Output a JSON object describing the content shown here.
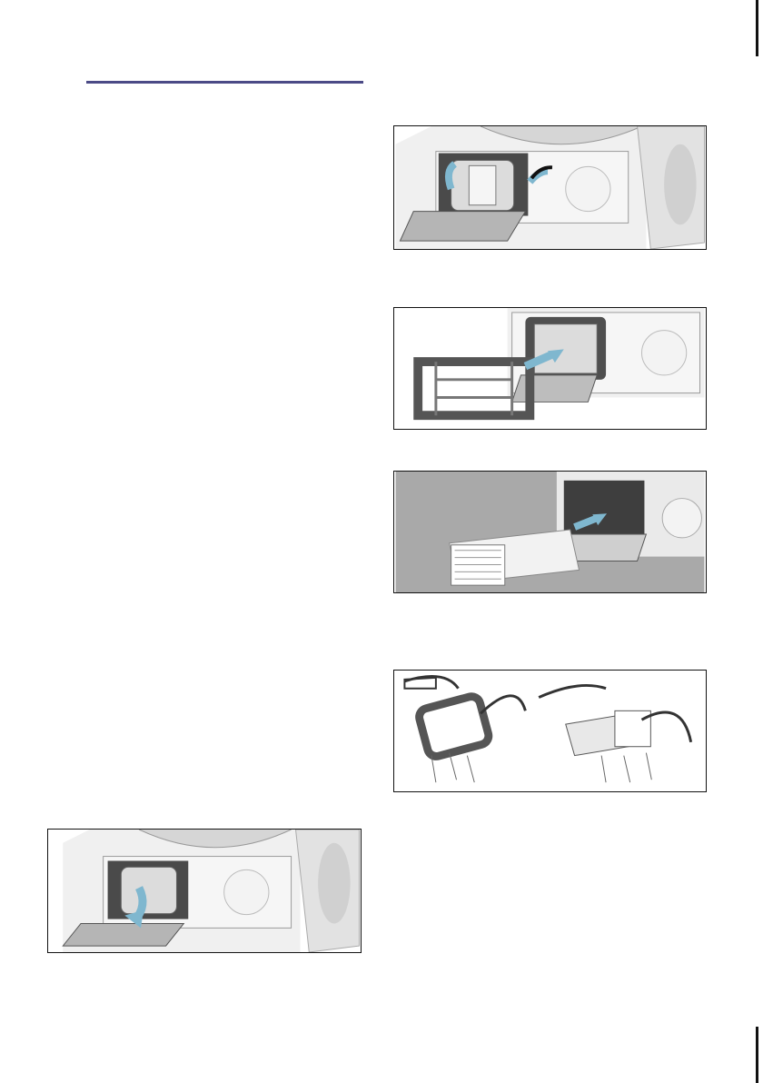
{
  "page": {
    "figures": [
      {
        "id": "figure-open-flap",
        "icon": "open-maintenance-flap-illustration"
      },
      {
        "id": "figure-remove-outer-frame",
        "icon": "remove-filter-frame-illustration"
      },
      {
        "id": "figure-pull-filter",
        "icon": "pull-out-filter-illustration"
      },
      {
        "id": "figure-rinse-filter",
        "icon": "rinse-filter-illustration"
      },
      {
        "id": "figure-close-flap",
        "icon": "close-maintenance-flap-illustration"
      }
    ],
    "colors": {
      "rule": "#4b4a86",
      "arrow": "#7fb7cf",
      "machine": "#ececec",
      "outline": "#111111"
    }
  }
}
